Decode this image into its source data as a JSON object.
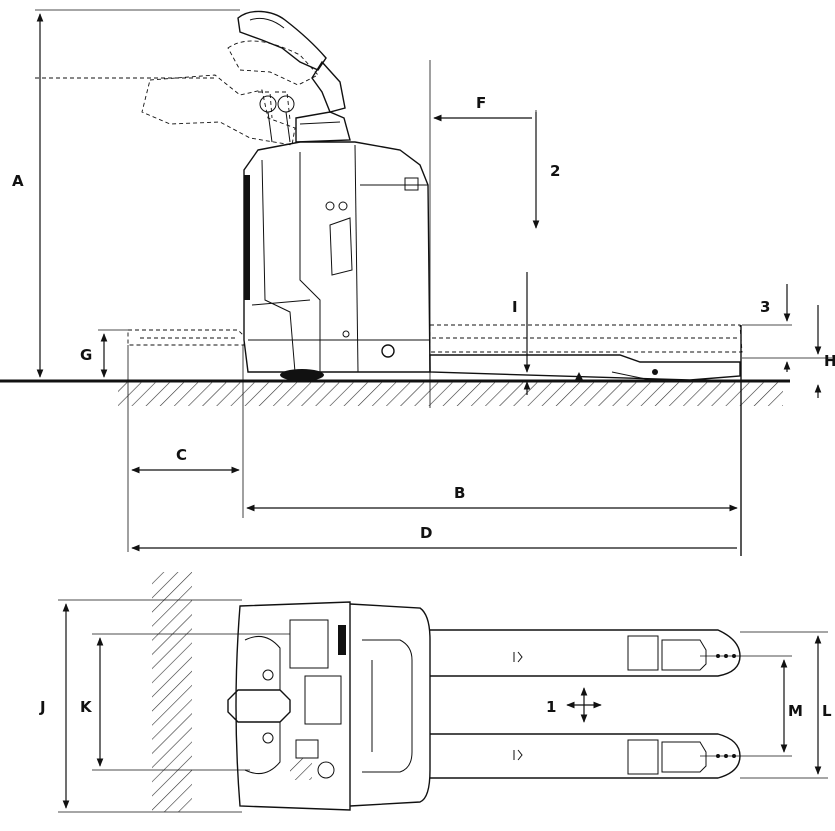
{
  "labels": {
    "A": "A",
    "B": "B",
    "C": "C",
    "D": "D",
    "F": "F",
    "G": "G",
    "H": "H",
    "I": "I",
    "J": "J",
    "K": "K",
    "L": "L",
    "M": "M",
    "n1": "1",
    "n2": "2",
    "n3": "3"
  }
}
